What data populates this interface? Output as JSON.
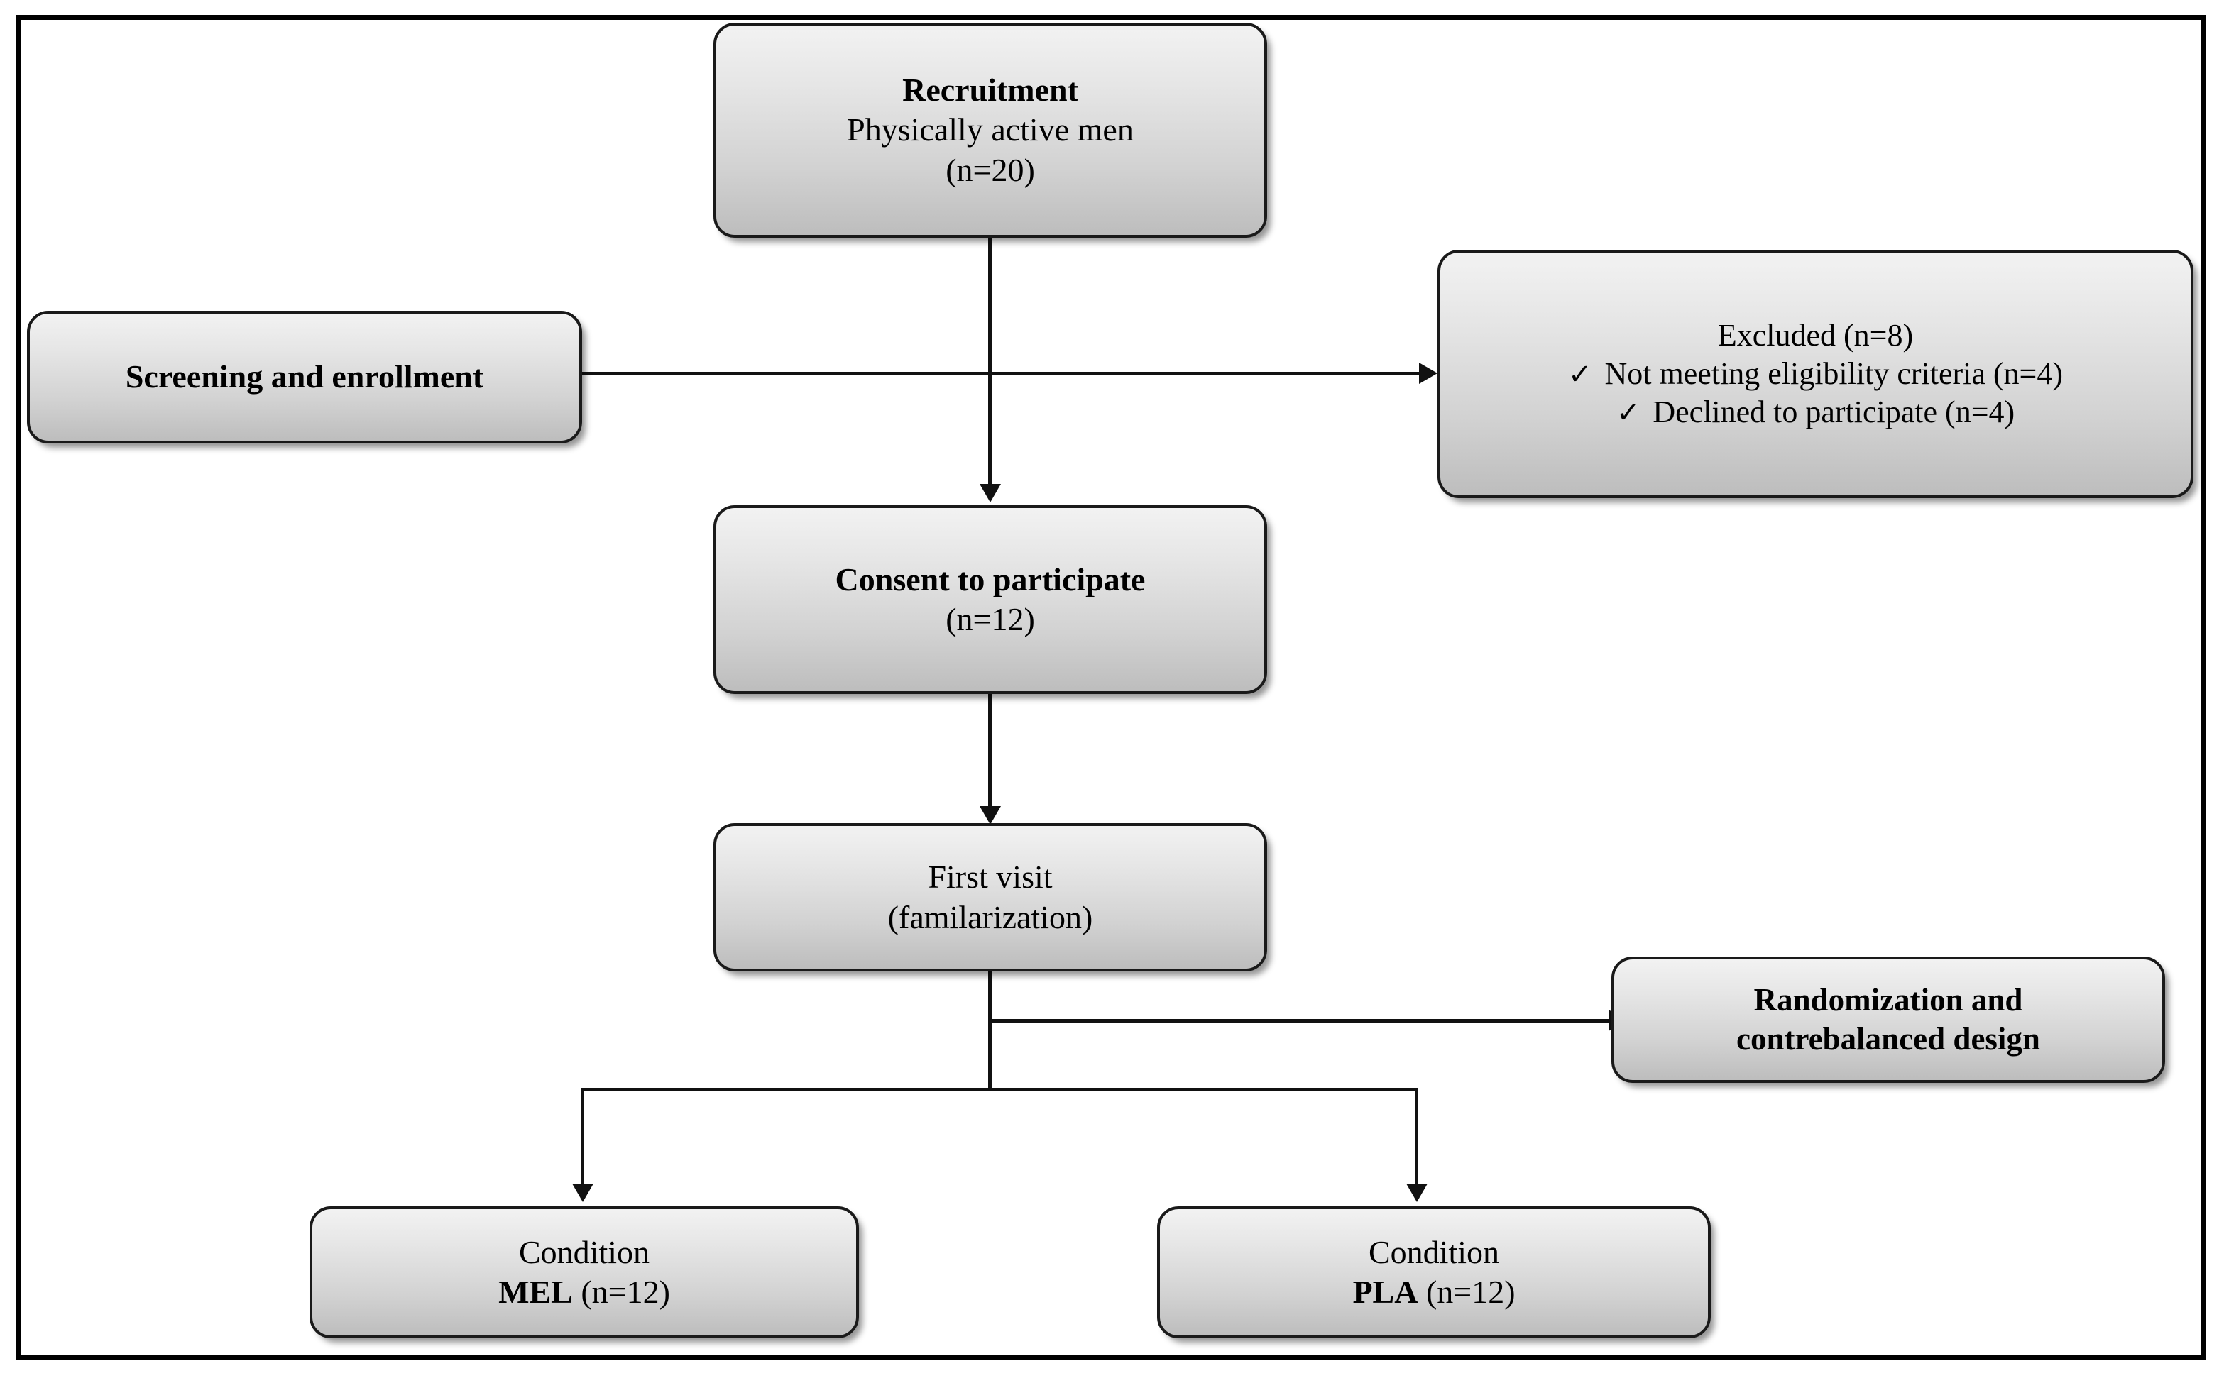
{
  "figure": {
    "type": "flowchart",
    "orientation": "top-to-bottom",
    "frame_color": "#000000",
    "node_border_color": "#1a1a1a",
    "node_gradient_top": "#f2f2f2",
    "node_gradient_bottom": "#bdbdbd",
    "connector_color": "#111111"
  },
  "nodes": {
    "recruitment": {
      "title": "Recruitment",
      "line2": "Physically active men",
      "line3": "(n=20)"
    },
    "screening": {
      "title": "Screening and enrollment"
    },
    "excluded": {
      "title": "Excluded (n=8)",
      "bullets": [
        {
          "icon": "check-icon",
          "glyph": "✓",
          "text": "Not meeting eligibility criteria (n=4)"
        },
        {
          "icon": "check-icon",
          "glyph": "✓",
          "text": "Declined to participate (n=4)"
        }
      ]
    },
    "consent": {
      "title": "Consent to participate",
      "line2": "(n=12)"
    },
    "first_visit": {
      "line1": "First visit",
      "line2": "(familarization)"
    },
    "randomization": {
      "line1": "Randomization and",
      "line2": "contrebalanced design"
    },
    "condition_mel": {
      "line1": "Condition",
      "label": "MEL",
      "count": " (n=12)"
    },
    "condition_pla": {
      "line1": "Condition",
      "label": "PLA",
      "count": " (n=12)"
    }
  },
  "edges": [
    {
      "from": "recruitment",
      "to": "consent",
      "style": "vertical-arrow"
    },
    {
      "from": "screening",
      "to": "excluded",
      "style": "horizontal-arrow"
    },
    {
      "from": "consent",
      "to": "first_visit",
      "style": "vertical-arrow"
    },
    {
      "from": "first_visit",
      "to": "randomization",
      "style": "horizontal-arrow"
    },
    {
      "from": "first_visit",
      "to": "condition_mel",
      "style": "split-arrow"
    },
    {
      "from": "first_visit",
      "to": "condition_pla",
      "style": "split-arrow"
    }
  ]
}
